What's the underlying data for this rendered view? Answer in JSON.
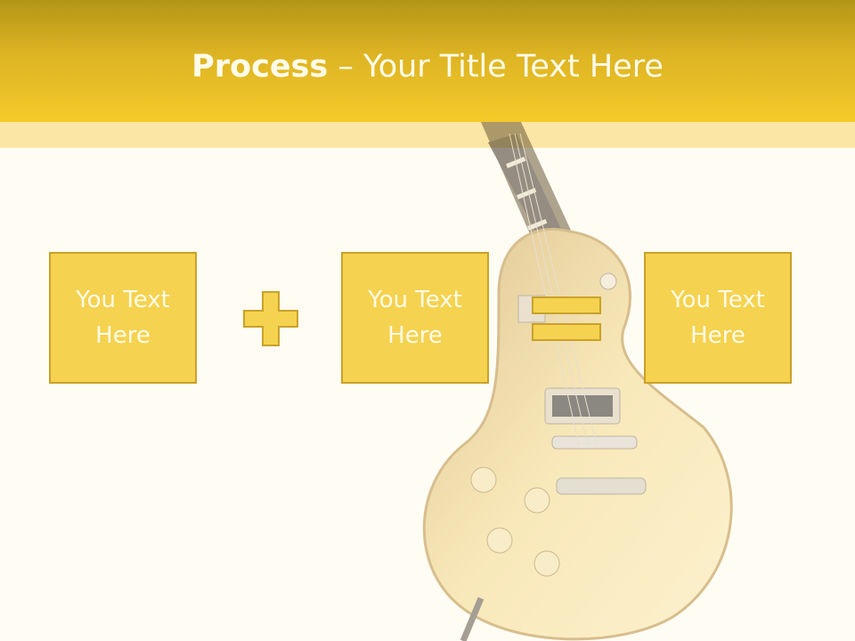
{
  "slide": {
    "title_bold": "Process",
    "title_rest": " – Your Title Text Here",
    "boxes": [
      {
        "text": "You Text Here"
      },
      {
        "text": "You Text Here"
      },
      {
        "text": "You Text Here"
      }
    ],
    "operators": [
      "plus-icon",
      "equals-icon"
    ],
    "colors": {
      "accent": "#f5d24f",
      "header": "#f4ca2a",
      "border": "#c9a22a",
      "background": "#fffcf4"
    }
  }
}
